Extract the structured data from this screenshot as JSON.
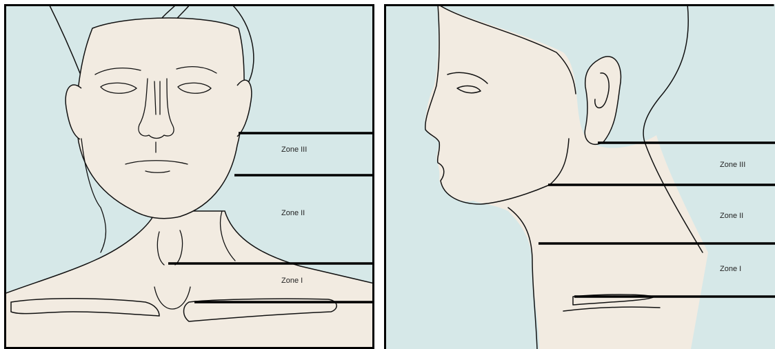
{
  "colors": {
    "background": "#d6e8e8",
    "skin": "#f2ebe1",
    "outline": "#111111",
    "frame": "#000000"
  },
  "front_view": {
    "zones": {
      "zone3": "Zone III",
      "zone2": "Zone II",
      "zone1": "Zone I"
    }
  },
  "side_view": {
    "zones": {
      "zone3": "Zone III",
      "zone2": "Zone II",
      "zone1": "Zone I"
    }
  }
}
